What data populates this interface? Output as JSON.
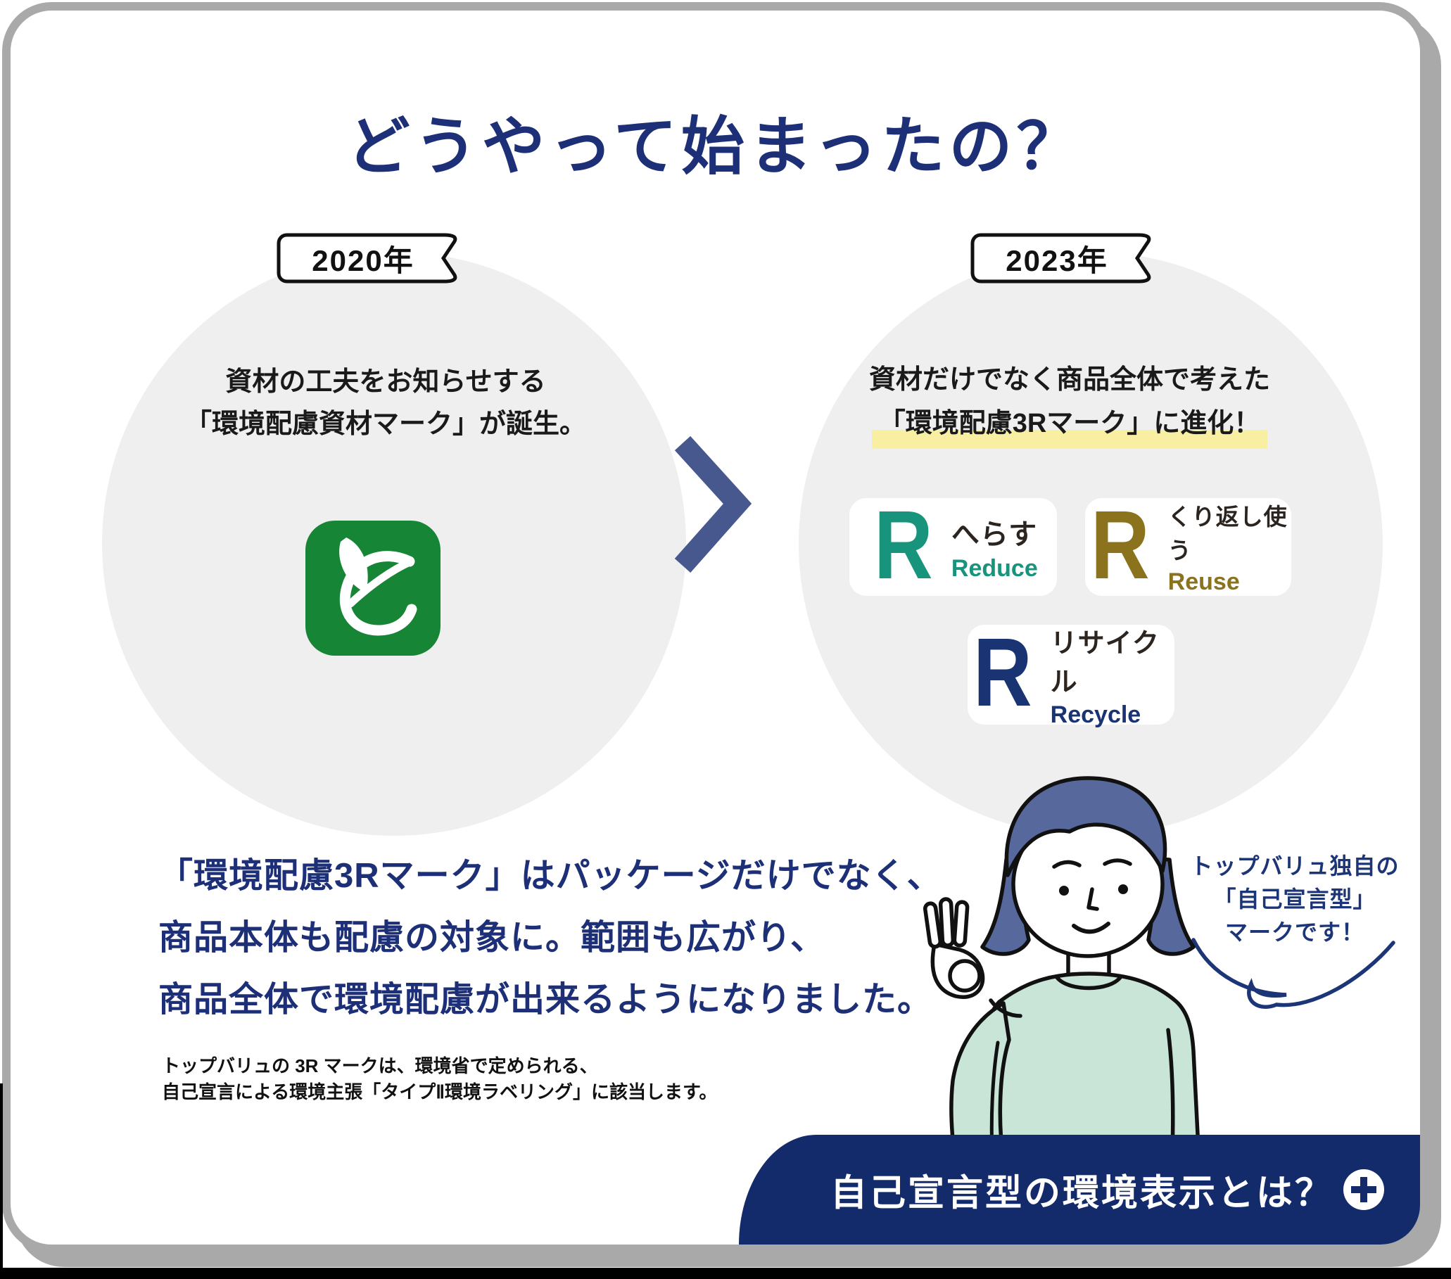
{
  "page": {
    "title": "どうやって始まったの？"
  },
  "timeline": {
    "left": {
      "year": "2020年",
      "line1": "資材の工夫をお知らせする",
      "line2": "「環境配慮資材マーク」が誕生。",
      "logo": "eco-material-mark-leaf-e"
    },
    "right": {
      "year": "2023年",
      "line1": "資材だけでなく商品全体で考えた",
      "line2": "「環境配慮3Rマーク」に進化！",
      "marks": [
        {
          "letter": "R",
          "jp": "へらす",
          "en": "Reduce",
          "color": "#18947c"
        },
        {
          "letter": "R",
          "jp": "くり返し使う",
          "en": "Reuse",
          "color": "#8b721c"
        },
        {
          "letter": "R",
          "jp": "リサイクル",
          "en": "Recycle",
          "color": "#1a3473"
        }
      ]
    }
  },
  "summary": {
    "line1": "「環境配慮3Rマーク」はパッケージだけでなく、",
    "line2": "商品本体も配慮の対象に。範囲も広がり、",
    "line3": "商品全体で環境配慮が出来るようになりました。",
    "note1": "トップバリュの 3R マークは、環境省で定められる、",
    "note2": "自己宣言による環境主張「タイプⅡ環境ラベリング」に該当します。"
  },
  "speech_bubble": {
    "line1": "トップバリュ独自の",
    "line2": "「自己宣言型」",
    "line3": "マークです！"
  },
  "footer_banner": {
    "label": "自己宣言型の環境表示とは？",
    "plus_symbol": "＋"
  },
  "colors": {
    "title_navy": "#1d3077",
    "banner_navy": "#132a6b",
    "circle_gray": "#efefef",
    "highlight_yellow": "#f8efa3",
    "logo_green": "#168535",
    "reduce_teal": "#18947c",
    "reuse_gold": "#8b721c",
    "recycle_navy": "#1a3473",
    "chevron_blue": "#46588e",
    "hair_blue": "#56689c",
    "sweater_mint": "#c8e5d8"
  }
}
